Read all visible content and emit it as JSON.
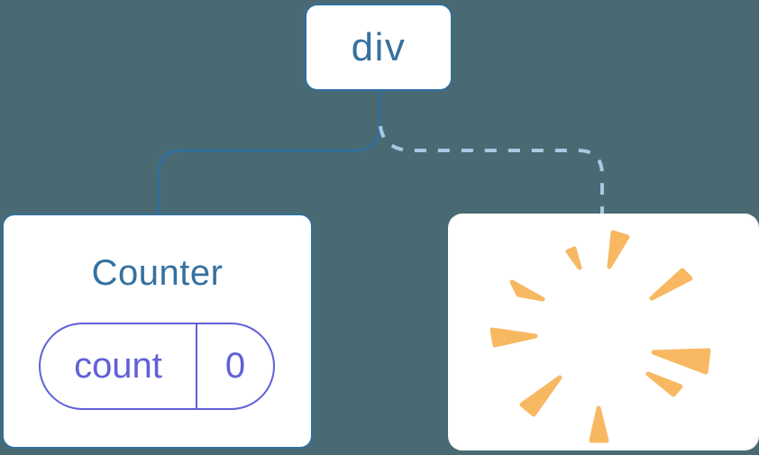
{
  "colors": {
    "background": "#4a6a73",
    "line": "#2e6f9e",
    "dashed_line": "#a9c9e2",
    "card_bg": "#ffffff",
    "label_text": "#35719f",
    "state": "#6060d8",
    "poof": "#f8b862"
  },
  "tree": {
    "root": {
      "label": "div"
    },
    "counter": {
      "title": "Counter",
      "state": {
        "key": "count",
        "value": "0"
      }
    },
    "removed": {
      "icon": "poof-starburst"
    }
  }
}
